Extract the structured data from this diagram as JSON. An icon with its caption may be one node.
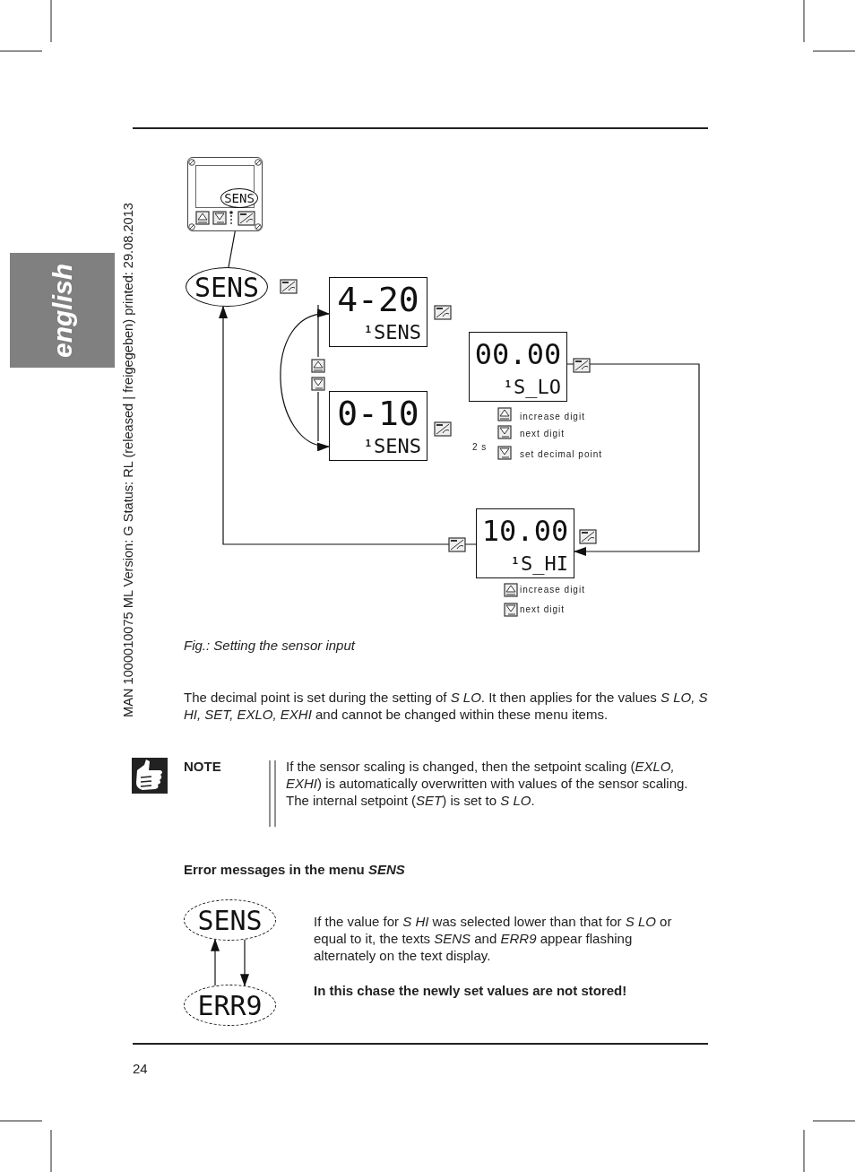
{
  "diagram": {
    "caption": "Fig.: Setting the sensor input",
    "nodes": [
      {
        "text": [],
        "shape": "box"
      },
      {
        "text": [
          "SENS"
        ],
        "in": 0
      },
      {
        "text": [
          "SENS"
        ]
      },
      {
        "text": [
          "4-20",
          "1",
          "SENS"
        ]
      },
      {
        "text": [
          "0-10",
          "1",
          "SENS"
        ]
      },
      {
        "text": [
          "00.00",
          "1",
          "S_LO"
        ],
        "beside": [
          "increase digit",
          "next digit",
          "2 s",
          "set decimal point"
        ]
      },
      {
        "text": [
          "10.00",
          "1",
          "S_HI"
        ],
        "beside": [
          "increase digit",
          "next digit"
        ]
      },
      {
        "text": [
          "SENS"
        ]
      },
      {
        "text": [
          "ERR9"
        ]
      }
    ],
    "edges": [
      {
        "from": 1,
        "to": 2,
        "arrow": "none"
      },
      {
        "from": 3,
        "to": 4,
        "arrow": "both"
      },
      {
        "from": 5,
        "to": 6,
        "arrow": "to"
      },
      {
        "from": 6,
        "to": 2,
        "arrow": "to"
      },
      {
        "from": 7,
        "to": 8,
        "arrow": "to"
      },
      {
        "from": 8,
        "to": 7,
        "arrow": "to"
      }
    ],
    "labels": [
      "english",
      "MAN 1000010075 ML Version: G Status: RL (released | freigegeben) printed: 29.08.2013",
      "The decimal point is set during the setting of *S LO*. It then applies for the values *S LO, S HI, SET, EXLO, EXHI* and cannot be changed within these menu items.",
      "NOTE",
      "If the sensor scaling is changed, then the setpoint scaling (*EXLO, EXHI*) is automatically overwritten with values of the sensor scaling. The internal setpoint (*SET*) is set to *S LO*.",
      "Error messages in the menu *SENS*",
      "If the value for *S HI* was selected lower than that for *S LO* or equal to it, the texts *SENS* and *ERR9* appear flashing alternately on the text display.",
      "In this chase the newly set values are not stored!",
      "24"
    ]
  }
}
